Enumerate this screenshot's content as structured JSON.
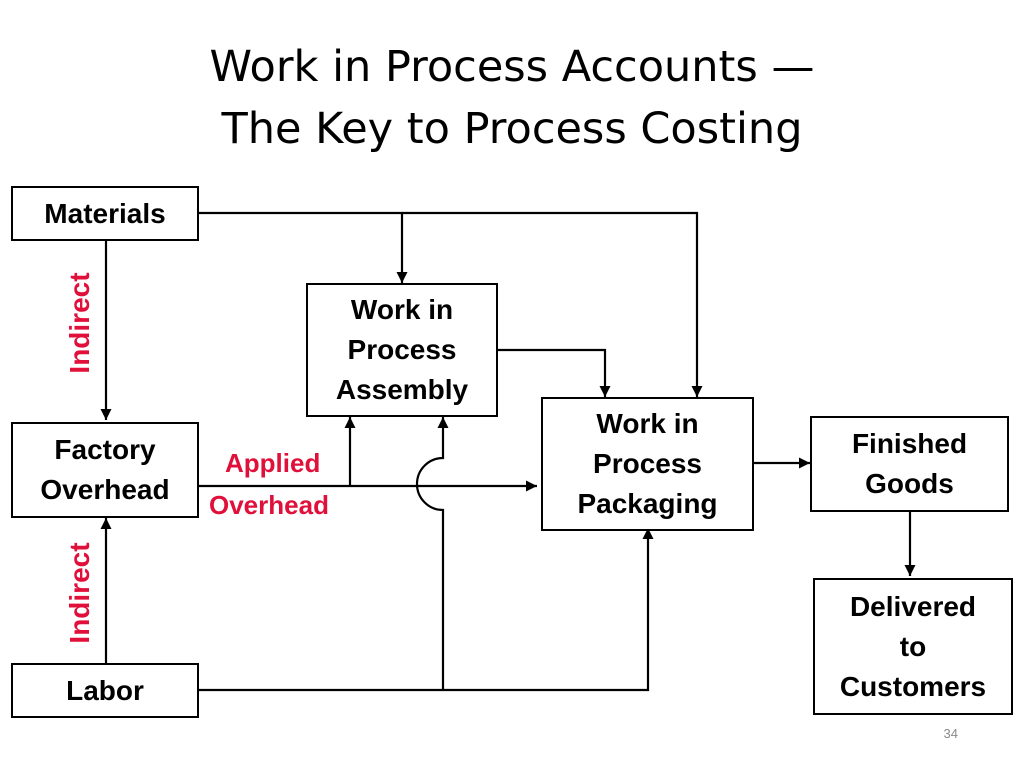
{
  "title": {
    "line1": "Work in Process Accounts —",
    "line2": "The Key to Process Costing"
  },
  "boxes": {
    "materials": "Materials",
    "factory_overhead": [
      "Factory",
      "Overhead"
    ],
    "labor": "Labor",
    "wip_assembly": [
      "Work in",
      "Process",
      "Assembly"
    ],
    "wip_packaging": [
      "Work in",
      "Process",
      "Packaging"
    ],
    "finished_goods": [
      "Finished",
      "Goods"
    ],
    "delivered": [
      "Delivered",
      "to",
      "Customers"
    ]
  },
  "labels": {
    "indirect_materials": "Indirect",
    "indirect_labor": "Indirect",
    "applied": "Applied",
    "overhead": "Overhead"
  },
  "slide_number": "34",
  "colors": {
    "label_red": "#e0103a",
    "line": "#000000"
  }
}
